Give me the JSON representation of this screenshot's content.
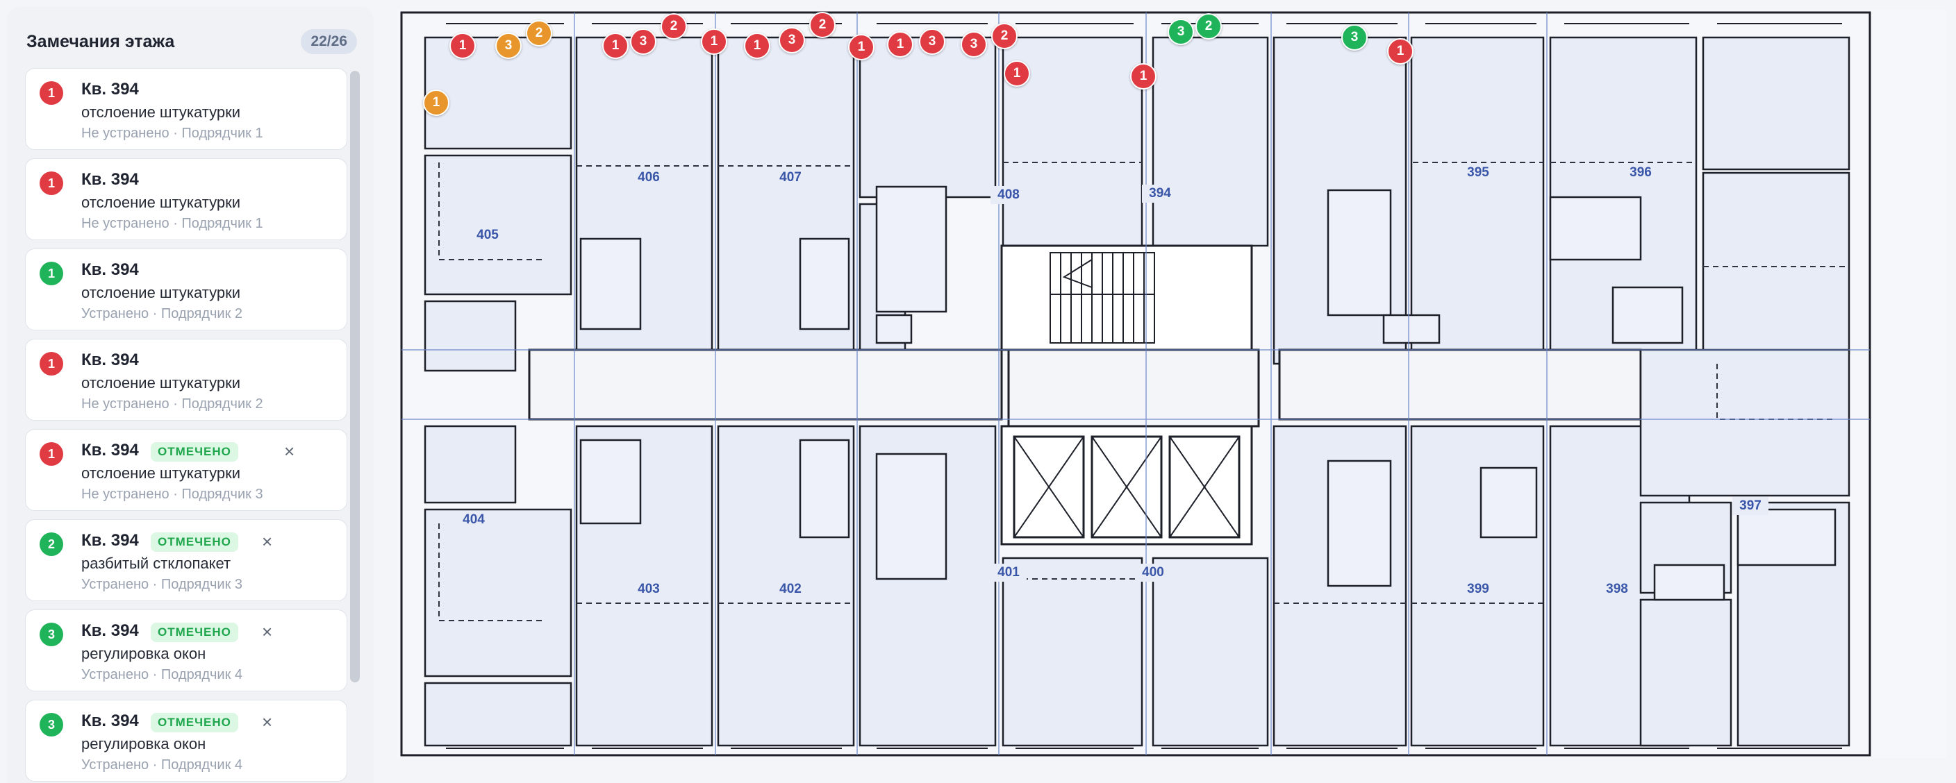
{
  "sidebar": {
    "title": "Замечания этажа",
    "count": "22/26",
    "scroll_fraction": 0.85
  },
  "colors": {
    "red": "#e03a42",
    "green": "#1fb45a",
    "orange": "#e8962c",
    "room_label": "#3a56a8",
    "room_fill": "#e8ecf7",
    "corridor_fill": "#f4f5f9",
    "wall": "#1d2029"
  },
  "icons": {
    "close": "close-icon"
  },
  "issues": [
    {
      "num": "1",
      "status_color": "red",
      "apartment": "Кв. 394",
      "marked": false,
      "tag": "",
      "description": "отслоение штукатурки",
      "status": "Не устранено",
      "contractor": "Подрядчик 1",
      "meta": "Не устранено · Подрядчик 1"
    },
    {
      "num": "1",
      "status_color": "red",
      "apartment": "Кв. 394",
      "marked": false,
      "tag": "",
      "description": "отслоение штукатурки",
      "status": "Не устранено",
      "contractor": "Подрядчик 1",
      "meta": "Не устранено · Подрядчик 1"
    },
    {
      "num": "1",
      "status_color": "green",
      "apartment": "Кв. 394",
      "marked": false,
      "tag": "",
      "description": "отслоение штукатурки",
      "status": "Устранено",
      "contractor": "Подрядчик 2",
      "meta": "Устранено · Подрядчик 2"
    },
    {
      "num": "1",
      "status_color": "red",
      "apartment": "Кв. 394",
      "marked": false,
      "tag": "",
      "description": "отслоение штукатурки",
      "status": "Не устранено",
      "contractor": "Подрядчик 2",
      "meta": "Не устранено · Подрядчик 2"
    },
    {
      "num": "1",
      "status_color": "red",
      "apartment": "Кв. 394",
      "marked": true,
      "tag": "ОТМЕЧЕНО",
      "description": "отслоение штукатурки",
      "status": "Не устранено",
      "contractor": "Подрядчик 3",
      "meta": "Не устранено · Подрядчик 3"
    },
    {
      "num": "2",
      "status_color": "green",
      "apartment": "Кв. 394",
      "marked": true,
      "tag": "ОТМЕЧЕНО",
      "description": "разбитый стклопакет",
      "status": "Устранено",
      "contractor": "Подрядчик 3",
      "meta": "Устранено · Подрядчик 3"
    },
    {
      "num": "3",
      "status_color": "green",
      "apartment": "Кв. 394",
      "marked": true,
      "tag": "ОТМЕЧЕНО",
      "description": "регулировка окон",
      "status": "Устранено",
      "contractor": "Подрядчик 4",
      "meta": "Устранено · Подрядчик 4"
    },
    {
      "num": "3",
      "status_color": "green",
      "apartment": "Кв. 394",
      "marked": true,
      "tag": "ОТМЕЧЕНО",
      "description": "регулировка окон",
      "status": "Устранено",
      "contractor": "Подрядчик 4",
      "meta": "Устранено · Подрядчик 4"
    }
  ],
  "rooms": [
    "405",
    "406",
    "407",
    "408",
    "394",
    "395",
    "396",
    "404",
    "403",
    "402",
    "401",
    "400",
    "399",
    "398",
    "397"
  ],
  "markers": [
    {
      "num": "1",
      "color": "red"
    },
    {
      "num": "3",
      "color": "orange"
    },
    {
      "num": "2",
      "color": "orange"
    },
    {
      "num": "1",
      "color": "orange"
    },
    {
      "num": "1",
      "color": "red"
    },
    {
      "num": "3",
      "color": "red"
    },
    {
      "num": "2",
      "color": "red"
    },
    {
      "num": "1",
      "color": "red"
    },
    {
      "num": "1",
      "color": "red"
    },
    {
      "num": "3",
      "color": "red"
    },
    {
      "num": "2",
      "color": "red"
    },
    {
      "num": "1",
      "color": "red"
    },
    {
      "num": "1",
      "color": "red"
    },
    {
      "num": "3",
      "color": "red"
    },
    {
      "num": "3",
      "color": "red"
    },
    {
      "num": "2",
      "color": "red"
    },
    {
      "num": "1",
      "color": "red"
    },
    {
      "num": "1",
      "color": "red"
    },
    {
      "num": "3",
      "color": "green"
    },
    {
      "num": "2",
      "color": "green"
    },
    {
      "num": "3",
      "color": "green"
    },
    {
      "num": "1",
      "color": "red"
    }
  ]
}
